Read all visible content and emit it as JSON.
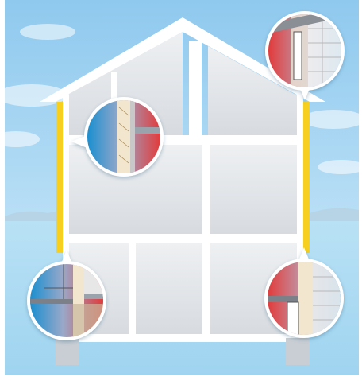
{
  "illustration": {
    "subject": "house-cross-section-with-thermal-insulation-details",
    "colors": {
      "sky_top": "#8fc9ee",
      "sky_bottom": "#d4ecfa",
      "ground": "#a7d8f2",
      "house_wall": "#ffffff",
      "room_fill": "#e3e6ea",
      "insulation": "#f6cf1f",
      "warm": "#e23b3b",
      "cold": "#1a8fd0",
      "bubble_border": "#ffffff"
    },
    "bubbles": [
      {
        "id": "roof-detail",
        "icon": "roof-insulation-section"
      },
      {
        "id": "wall-detail",
        "icon": "wall-insulation-section"
      },
      {
        "id": "basement-left-detail",
        "icon": "foundation-insulation-section"
      },
      {
        "id": "basement-right-detail",
        "icon": "floor-wall-junction-section"
      }
    ]
  }
}
